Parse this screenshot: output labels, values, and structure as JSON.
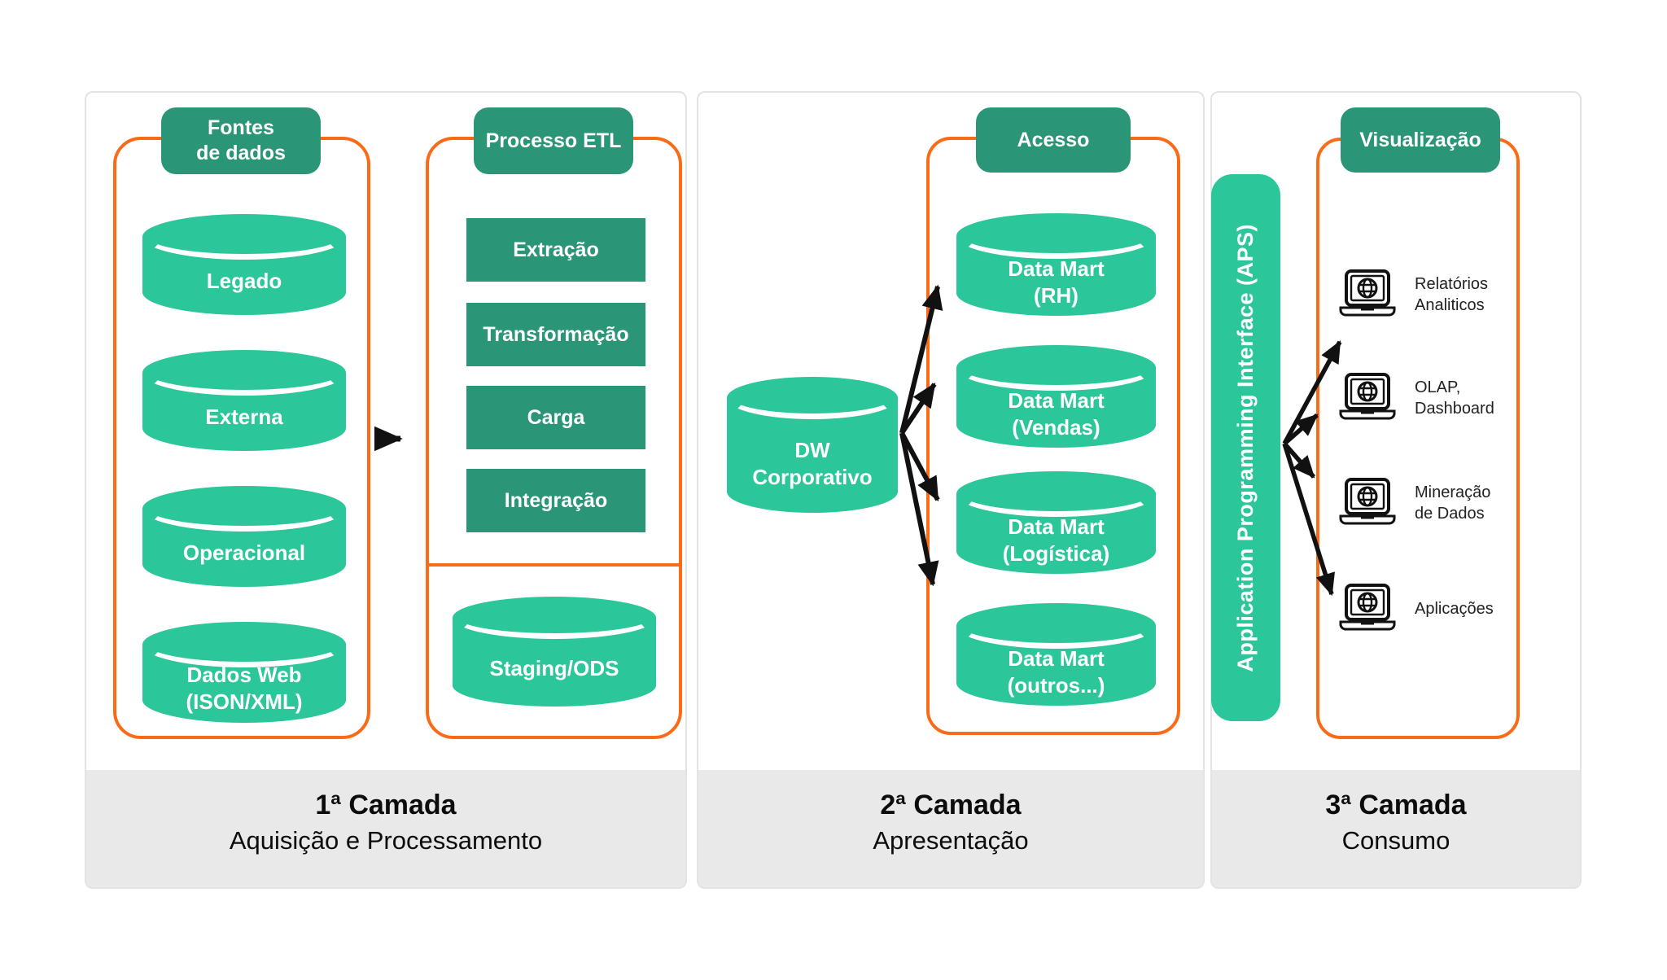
{
  "colors": {
    "green_light": "#2BC69A",
    "green_dark": "#2B9577",
    "orange": "#FA6B18",
    "footer_bg": "#E9E9E9",
    "panel_border": "#E3E3E3",
    "arrow_color": "#111111"
  },
  "panel1": {
    "sources_header": "Fontes\nde dados",
    "etl_header": "Processo ETL",
    "source_cylinders": [
      {
        "label": "Legado"
      },
      {
        "label": "Externa"
      },
      {
        "label": "Operacional"
      },
      {
        "label": "Dados Web\n(ISON/XML)"
      }
    ],
    "etl_steps": [
      {
        "label": "Extração"
      },
      {
        "label": "Transformação"
      },
      {
        "label": "Carga"
      },
      {
        "label": "Integração"
      }
    ],
    "staging_label": "Staging/ODS",
    "footer_title": "1ª Camada",
    "footer_subtitle": "Aquisição e Processamento"
  },
  "panel2": {
    "access_header": "Acesso",
    "dw_label": "DW\nCorporativo",
    "data_marts": [
      {
        "label": "Data Mart\n(RH)"
      },
      {
        "label": "Data Mart\n(Vendas)"
      },
      {
        "label": "Data Mart\n(Logística)"
      },
      {
        "label": "Data Mart\n(outros...)"
      }
    ],
    "footer_title": "2ª Camada",
    "footer_subtitle": "Apresentação"
  },
  "panel3": {
    "api_bar_label": "Application Programming Interface (APS)",
    "visual_header": "Visualização",
    "consumers": [
      {
        "label": "Relatórios\nAnaliticos"
      },
      {
        "label": "OLAP,\nDashboard"
      },
      {
        "label": "Mineração\nde Dados"
      },
      {
        "label": "Aplicações"
      }
    ],
    "footer_title": "3ª Camada",
    "footer_subtitle": "Consumo"
  }
}
